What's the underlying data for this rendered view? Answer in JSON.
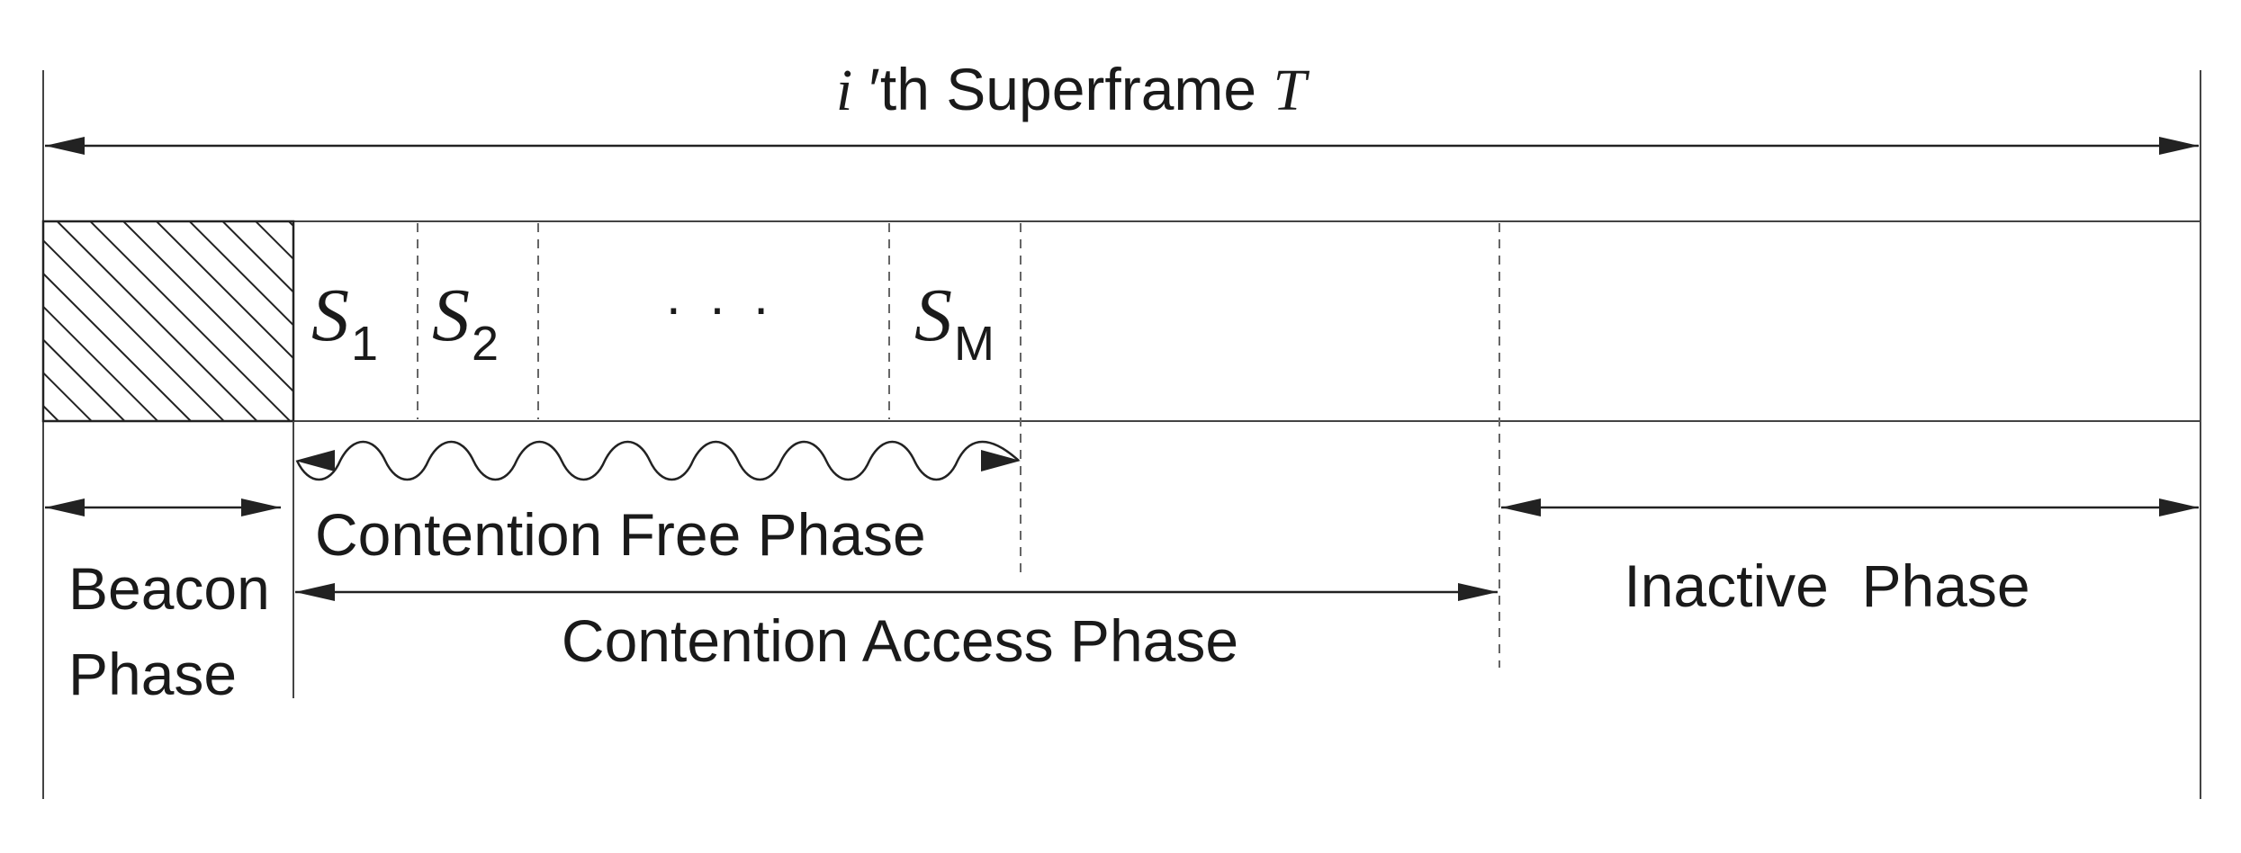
{
  "title": {
    "index": "i",
    "suffix": " ′th Superframe ",
    "period": "T"
  },
  "slots": {
    "s1": {
      "letter": "S",
      "sub": "1"
    },
    "s2": {
      "letter": "S",
      "sub": "2"
    },
    "ellipsis": "· · ·",
    "sm": {
      "letter": "S",
      "sub": "M"
    }
  },
  "labels": {
    "contention_free": "Contention Free Phase",
    "beacon_line1": "Beacon",
    "beacon_line2": "Phase",
    "contention_access": "Contention Access Phase",
    "inactive": "Inactive  Phase"
  },
  "colors": {
    "line": "#444444",
    "text": "#1a1a1a",
    "hatch": "#222222"
  }
}
